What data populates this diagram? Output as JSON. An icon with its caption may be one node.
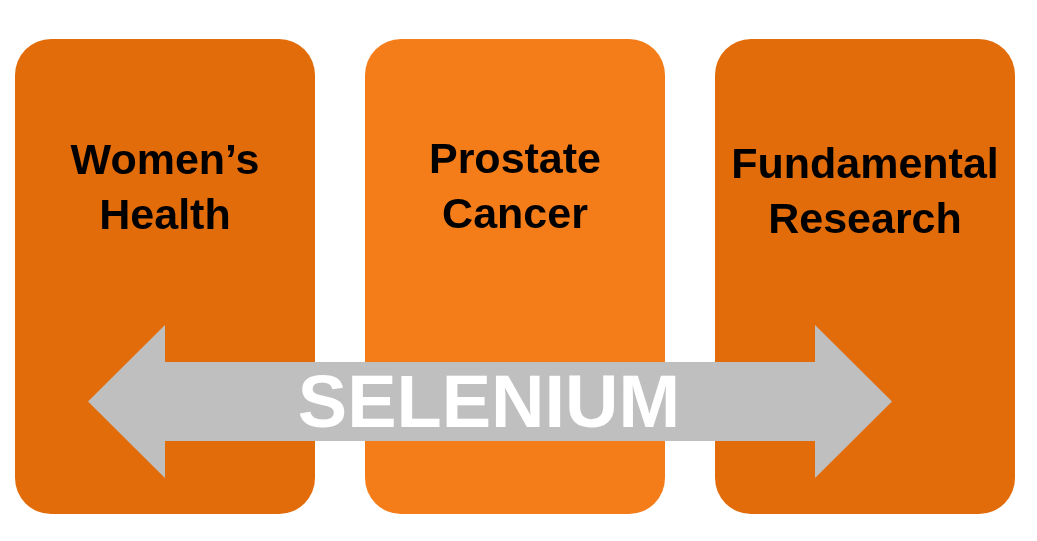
{
  "diagram": {
    "nodes": [
      {
        "text": [
          "Women’s Health"
        ]
      },
      {
        "text": [
          "Prostate Cancer"
        ]
      },
      {
        "text": [
          "Fundamental Research"
        ]
      }
    ],
    "edges": [
      {
        "from": 0,
        "to": 2,
        "arrow": "both",
        "label": "SELENIUM",
        "style": "thick"
      }
    ]
  }
}
